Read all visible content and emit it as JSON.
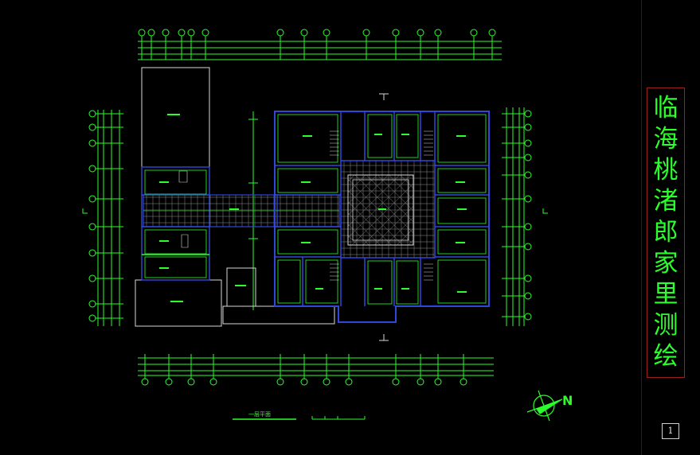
{
  "title": {
    "chars": [
      "临",
      "海",
      "桃",
      "渚",
      "郎",
      "家",
      "里",
      "测",
      "绘"
    ]
  },
  "sheet_number": "1",
  "plan_caption": "一层平面",
  "north_label": "N",
  "colors": {
    "background": "#000000",
    "lines_green": "#2bff2b",
    "walls_blue": "#3048d8",
    "outline_white": "#d9d9d9",
    "border_red": "#9a1f1f",
    "cyan": "#39e6ff"
  }
}
